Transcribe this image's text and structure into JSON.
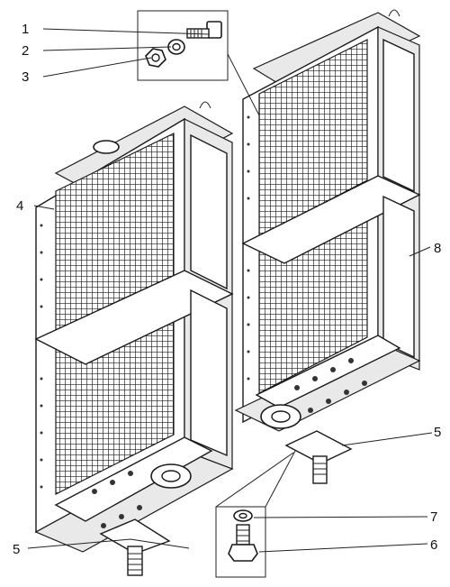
{
  "diagram": {
    "callouts": [
      {
        "id": "1",
        "text": "1"
      },
      {
        "id": "2",
        "text": "2"
      },
      {
        "id": "3",
        "text": "3"
      },
      {
        "id": "4",
        "text": "4"
      },
      {
        "id": "5a",
        "text": "5"
      },
      {
        "id": "5b",
        "text": "5"
      },
      {
        "id": "6",
        "text": "6"
      },
      {
        "id": "7",
        "text": "7"
      },
      {
        "id": "8",
        "text": "8"
      }
    ]
  }
}
